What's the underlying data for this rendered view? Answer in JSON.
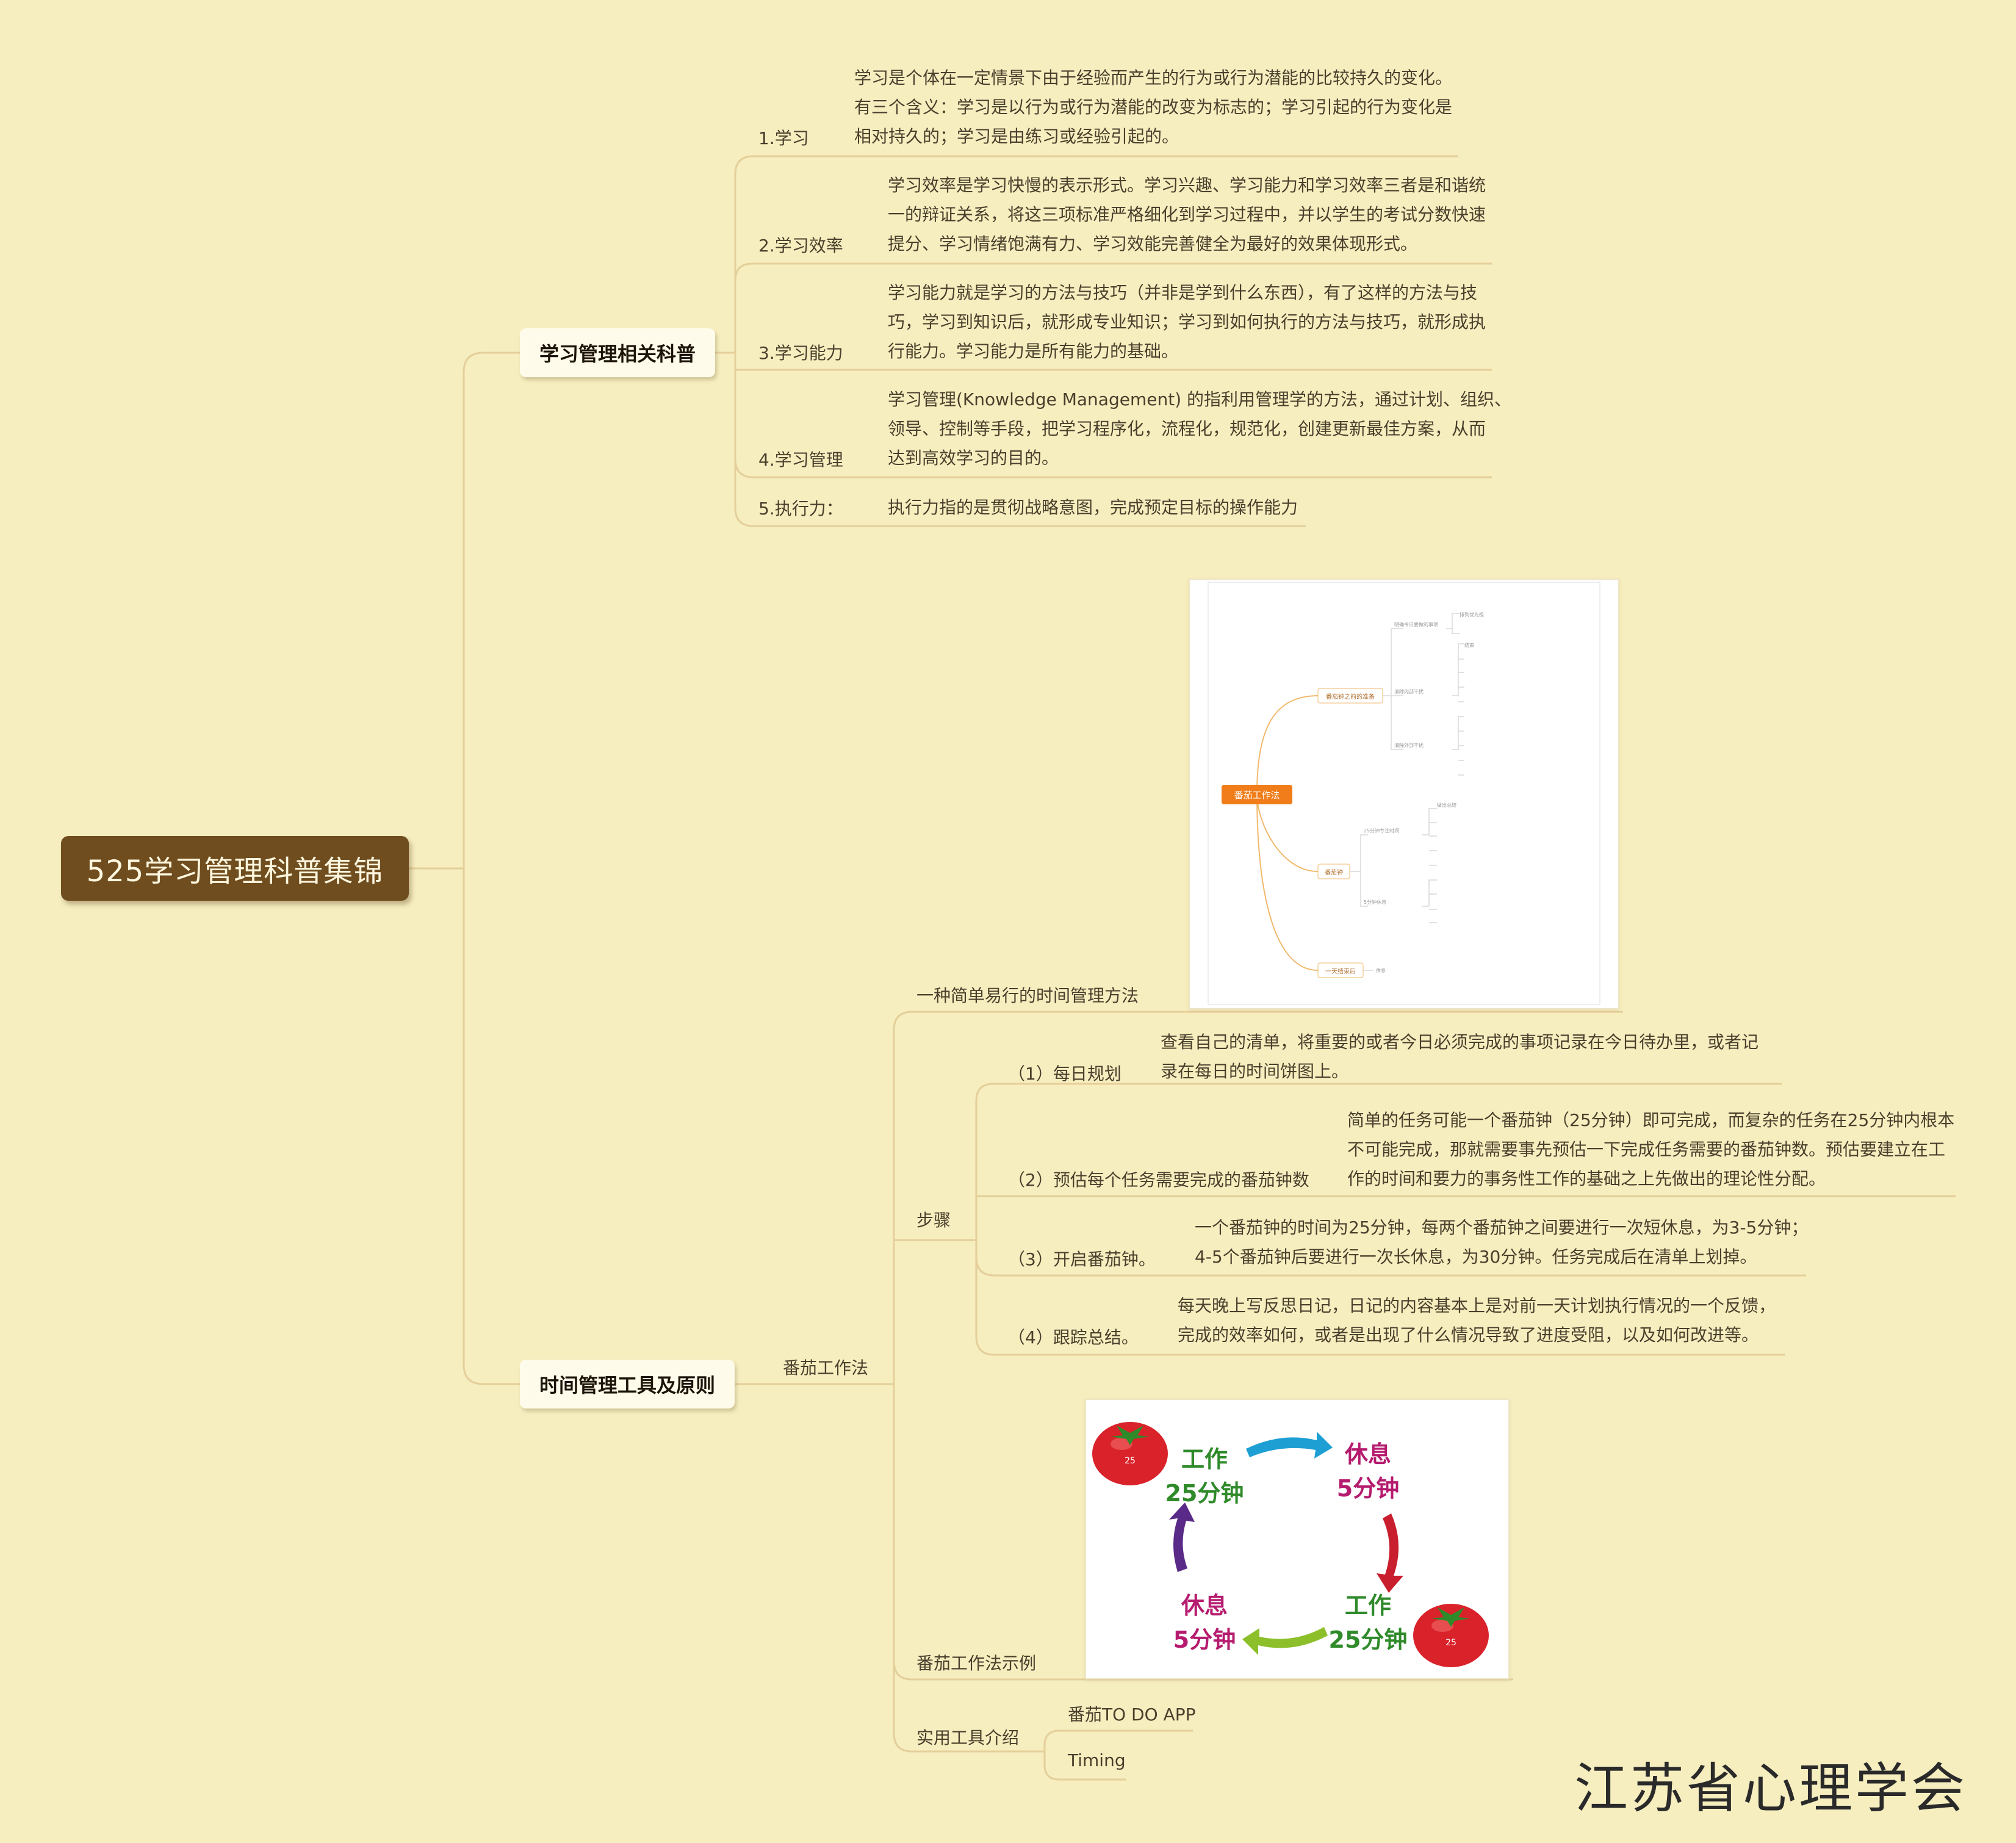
{
  "root": {
    "label": "525学习管理科普集锦"
  },
  "branch1": {
    "title": "学习管理相关科普",
    "items": [
      {
        "label": "1.学习",
        "lines": [
          "学习是个体在一定情景下由于经验而产生的行为或行为潜能的比较持久的变化。",
          "有三个含义：学习是以行为或行为潜能的改变为标志的；学习引起的行为变化是",
          "相对持久的；学习是由练习或经验引起的。"
        ]
      },
      {
        "label": "2.学习效率",
        "lines": [
          "学习效率是学习快慢的表示形式。学习兴趣、学习能力和学习效率三者是和谐统",
          "一的辩证关系，将这三项标准严格细化到学习过程中，并以学生的考试分数快速",
          "提分、学习情绪饱满有力、学习效能完善健全为最好的效果体现形式。"
        ]
      },
      {
        "label": "3.学习能力",
        "lines": [
          "学习能力就是学习的方法与技巧（并非是学到什么东西），有了这样的方法与技",
          "巧，学习到知识后，就形成专业知识；学习到如何执行的方法与技巧，就形成执",
          "行能力。学习能力是所有能力的基础。"
        ]
      },
      {
        "label": "4.学习管理",
        "lines": [
          "学习管理(Knowledge Management) 的指利用管理学的方法，通过计划、组织、",
          "领导、控制等手段，把学习程序化，流程化，规范化，创建更新最佳方案，从而",
          "达到高效学习的目的。"
        ]
      },
      {
        "label": "5.执行力：",
        "lines": [
          "执行力指的是贯彻战略意图，完成预定目标的操作能力"
        ]
      }
    ]
  },
  "branch2": {
    "title": "时间管理工具及原则",
    "sub": "番茄工作法",
    "intro": "一种简单易行的时间管理方法",
    "steps_label": "步骤",
    "steps": [
      {
        "label": "（1）每日规划",
        "lines": [
          "查看自己的清单，将重要的或者今日必须完成的事项记录在今日待办里，或者记",
          "录在每日的时间饼图上。"
        ]
      },
      {
        "label": "（2）预估每个任务需要完成的番茄钟数",
        "lines": [
          "简单的任务可能一个番茄钟（25分钟）即可完成，而复杂的任务在25分钟内根本",
          "不可能完成，那就需要事先预估一下完成任务需要的番茄钟数。预估要建立在工",
          "作的时间和要力的事务性工作的基础之上先做出的理论性分配。"
        ]
      },
      {
        "label": "（3）开启番茄钟。",
        "lines": [
          "一个番茄钟的时间为25分钟，每两个番茄钟之间要进行一次短休息，为3-5分钟；",
          "4-5个番茄钟后要进行一次长休息，为30分钟。任务完成后在清单上划掉。"
        ]
      },
      {
        "label": "（4）跟踪总结。",
        "lines": [
          "每天晚上写反思日记，日记的内容基本上是对前一天计划执行情况的一个反馈，",
          "完成的效率如何，或者是出现了什么情况导致了进度受阻，以及如何改进等。"
        ]
      }
    ],
    "example_label": "番茄工作法示例",
    "tools_label": "实用工具介绍",
    "tools": [
      "番茄TO DO APP",
      "Timing"
    ]
  },
  "mini_map": {
    "center": "番茄工作法",
    "branches": [
      "番茄钟之前的准备",
      "番茄钟",
      "一天结束后"
    ],
    "leaves": [
      "明确今日要做的事项",
      "排列优先级",
      "清除内部干扰",
      "清除外部干扰",
      "结束",
      "25分钟专注时间",
      "5分钟休息",
      "做出总结",
      "休息"
    ]
  },
  "tomato_cycle": {
    "work": "工作",
    "work_time": "25分钟",
    "rest": "休息",
    "rest_time": "5分钟",
    "tomato_num": "25"
  },
  "watermark": "江苏省心理学会",
  "colors": {
    "background": "#f6eebf",
    "root": "#6f4d1f",
    "line": "#e4cf9a",
    "accent": "#f07d1a"
  }
}
